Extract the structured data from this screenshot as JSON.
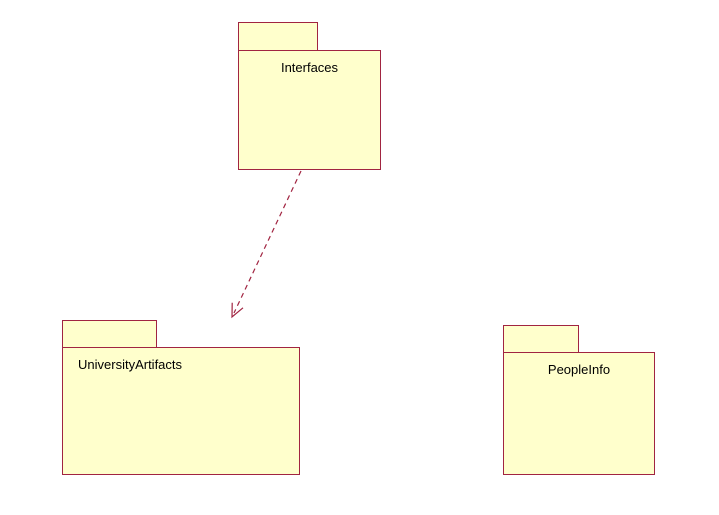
{
  "diagram": {
    "type": "uml-package-diagram",
    "packages": {
      "interfaces": {
        "label": "Interfaces"
      },
      "university_artifacts": {
        "label": "UniversityArtifacts"
      },
      "people_info": {
        "label": "PeopleInfo"
      }
    },
    "relations": [
      {
        "type": "dependency",
        "from": "Interfaces",
        "to": "UniversityArtifacts",
        "line_style": "dashed",
        "arrowhead": "open"
      }
    ],
    "colors": {
      "package_fill": "#FFFFCC",
      "package_border": "#A12441",
      "label_color": "#000000",
      "canvas_background": "#FFFFFF"
    }
  }
}
